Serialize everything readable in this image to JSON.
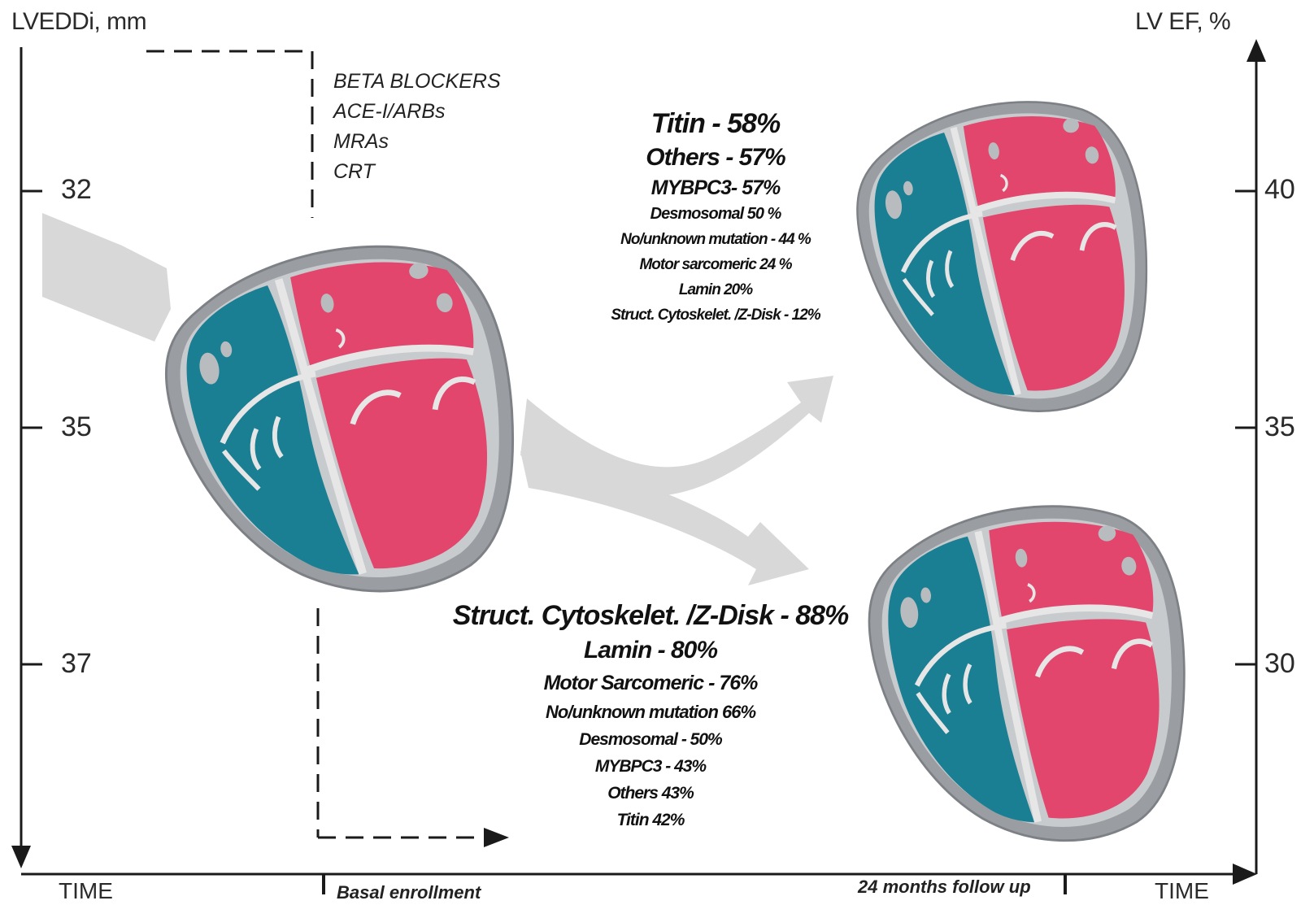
{
  "left_axis": {
    "label": "LVEDDi, mm",
    "ticks": [
      "32",
      "35",
      "37"
    ]
  },
  "right_axis": {
    "label": "LV EF, %",
    "ticks": [
      "40",
      "35",
      "30"
    ]
  },
  "time_axis": {
    "left_label": "TIME",
    "right_label": "TIME",
    "basal": "Basal enrollment",
    "followup": "24 months follow up"
  },
  "therapies": [
    "BETA BLOCKERS",
    "ACE-I/ARBs",
    "MRAs",
    "CRT"
  ],
  "improved_group": [
    "Titin - 58%",
    "Others - 57%",
    "MYBPC3- 57%",
    "Desmosomal 50 %",
    "No/unknown mutation - 44 %",
    "Motor sarcomeric 24 %",
    "Lamin 20%",
    "Struct. Cytoskelet. /Z-Disk - 12%"
  ],
  "worsened_group": [
    "Struct. Cytoskelet. /Z-Disk - 88%",
    "Lamin - 80%",
    "Motor Sarcomeric - 76%",
    "No/unknown mutation 66%",
    "Desmosomal - 50%",
    "MYBPC3 - 43%",
    "Others 43%",
    "Titin 42%"
  ],
  "colors": {
    "right_ventricle": "#1a7f93",
    "left_ventricle": "#e2466c",
    "heart_outline": "#9a9ea3",
    "arrow_grey": "#d8d8d8",
    "axis": "#1a1a1a"
  }
}
